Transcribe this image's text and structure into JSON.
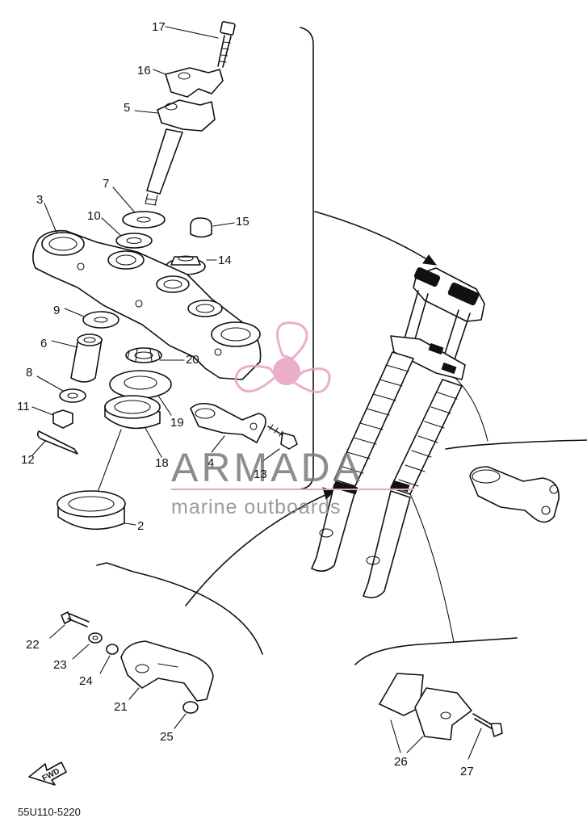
{
  "diagram_code": "55U110-5220",
  "fwd_label": "FWD",
  "watermark": {
    "title": "ARMADA",
    "subtitle": "marine outboards",
    "accent_color": "#e8a0c0",
    "icon": "propeller-logo-icon"
  },
  "callouts": [
    "17",
    "16",
    "5",
    "7",
    "10",
    "15",
    "14",
    "3",
    "9",
    "6",
    "20",
    "8",
    "19",
    "11",
    "4",
    "12",
    "18",
    "13",
    "2",
    "22",
    "23",
    "24",
    "21",
    "25",
    "26",
    "27"
  ]
}
